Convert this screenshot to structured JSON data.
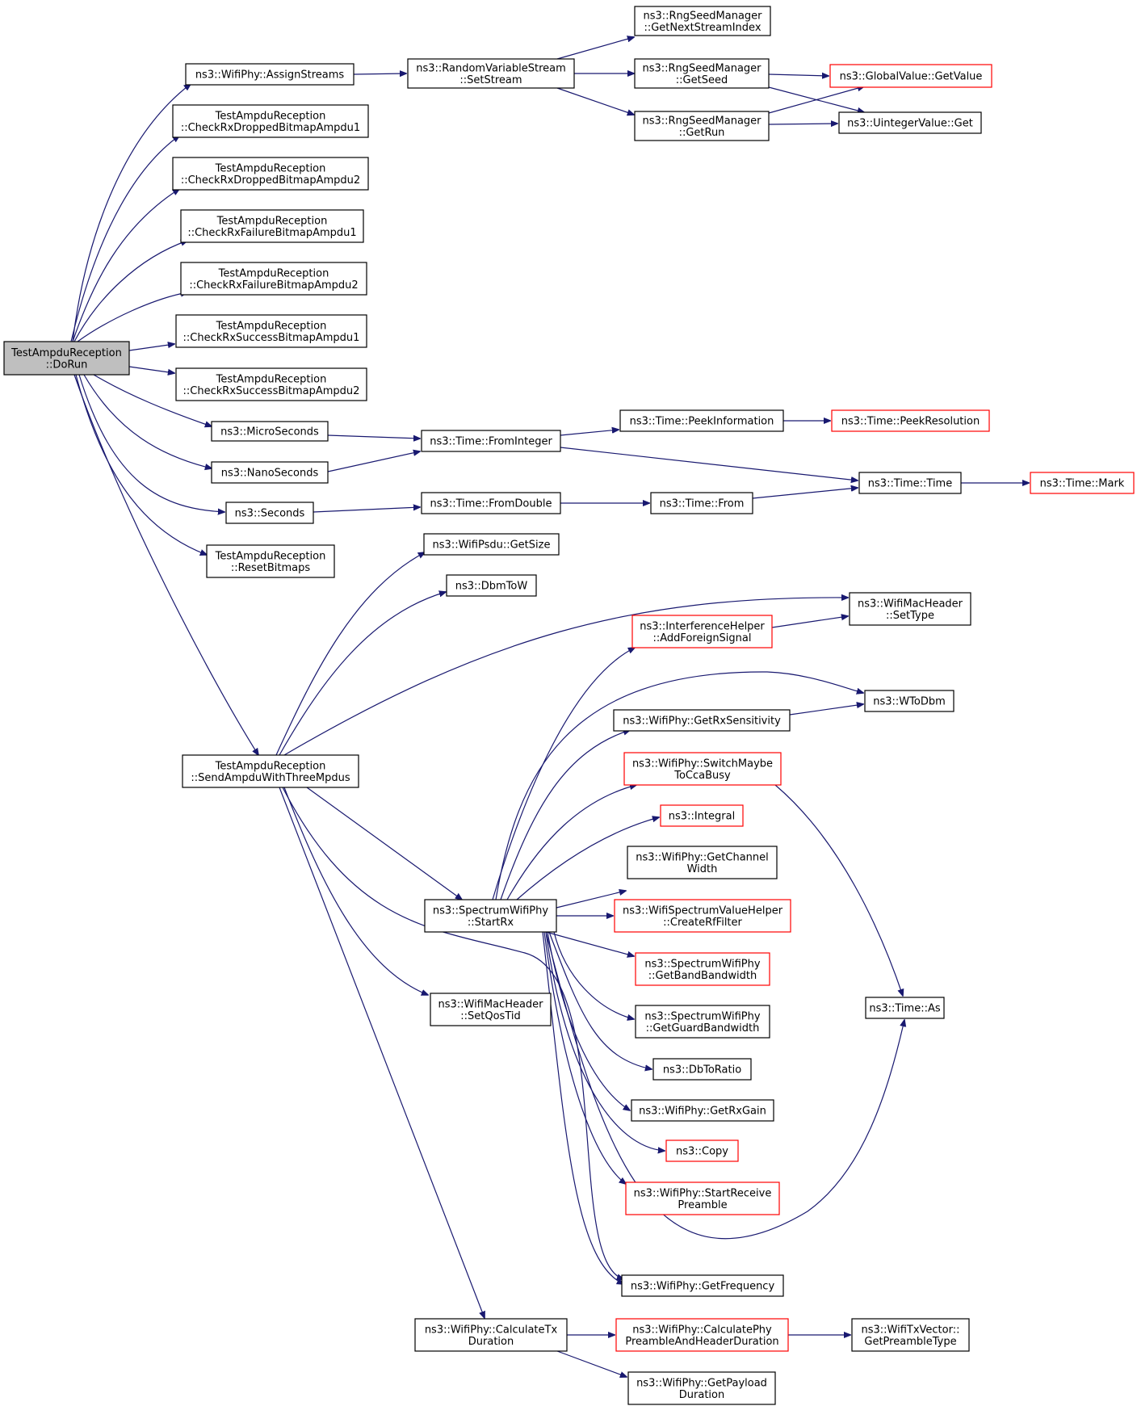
{
  "colors": {
    "edge": "#191970",
    "border_default": "#000000",
    "border_incomplete": "#ff0000",
    "root_fill": "#bfbfbf",
    "background": "#ffffff"
  },
  "nodes": [
    {
      "id": "dorun",
      "lines": [
        "TestAmpduReception",
        "::DoRun"
      ],
      "style": "root"
    },
    {
      "id": "assign",
      "lines": [
        "ns3::WifiPhy::AssignStreams"
      ],
      "style": "black"
    },
    {
      "id": "cdrop1",
      "lines": [
        "TestAmpduReception",
        "::CheckRxDroppedBitmapAmpdu1"
      ],
      "style": "black"
    },
    {
      "id": "cdrop2",
      "lines": [
        "TestAmpduReception",
        "::CheckRxDroppedBitmapAmpdu2"
      ],
      "style": "black"
    },
    {
      "id": "cfail1",
      "lines": [
        "TestAmpduReception",
        "::CheckRxFailureBitmapAmpdu1"
      ],
      "style": "black"
    },
    {
      "id": "cfail2",
      "lines": [
        "TestAmpduReception",
        "::CheckRxFailureBitmapAmpdu2"
      ],
      "style": "black"
    },
    {
      "id": "csucc1",
      "lines": [
        "TestAmpduReception",
        "::CheckRxSuccessBitmapAmpdu1"
      ],
      "style": "black"
    },
    {
      "id": "csucc2",
      "lines": [
        "TestAmpduReception",
        "::CheckRxSuccessBitmapAmpdu2"
      ],
      "style": "black"
    },
    {
      "id": "micro",
      "lines": [
        "ns3::MicroSeconds"
      ],
      "style": "black"
    },
    {
      "id": "nano",
      "lines": [
        "ns3::NanoSeconds"
      ],
      "style": "black"
    },
    {
      "id": "seconds",
      "lines": [
        "ns3::Seconds"
      ],
      "style": "black"
    },
    {
      "id": "reset",
      "lines": [
        "TestAmpduReception",
        "::ResetBitmaps"
      ],
      "style": "black"
    },
    {
      "id": "send",
      "lines": [
        "TestAmpduReception",
        "::SendAmpduWithThreeMpdus"
      ],
      "style": "black"
    },
    {
      "id": "rvs",
      "lines": [
        "ns3::RandomVariableStream",
        "::SetStream"
      ],
      "style": "black"
    },
    {
      "id": "nextstream",
      "lines": [
        "ns3::RngSeedManager",
        "::GetNextStreamIndex"
      ],
      "style": "black"
    },
    {
      "id": "getseed",
      "lines": [
        "ns3::RngSeedManager",
        "::GetSeed"
      ],
      "style": "black"
    },
    {
      "id": "getrun",
      "lines": [
        "ns3::RngSeedManager",
        "::GetRun"
      ],
      "style": "black"
    },
    {
      "id": "gvget",
      "lines": [
        "ns3::GlobalValue::GetValue"
      ],
      "style": "red"
    },
    {
      "id": "uiget",
      "lines": [
        "ns3::UintegerValue::Get"
      ],
      "style": "black"
    },
    {
      "id": "frominteger",
      "lines": [
        "ns3::Time::FromInteger"
      ],
      "style": "black"
    },
    {
      "id": "peekinfo",
      "lines": [
        "ns3::Time::PeekInformation"
      ],
      "style": "black"
    },
    {
      "id": "peekres",
      "lines": [
        "ns3::Time::PeekResolution"
      ],
      "style": "red"
    },
    {
      "id": "timetime",
      "lines": [
        "ns3::Time::Time"
      ],
      "style": "black"
    },
    {
      "id": "mark",
      "lines": [
        "ns3::Time::Mark"
      ],
      "style": "red"
    },
    {
      "id": "fromdouble",
      "lines": [
        "ns3::Time::FromDouble"
      ],
      "style": "black"
    },
    {
      "id": "from",
      "lines": [
        "ns3::Time::From"
      ],
      "style": "black"
    },
    {
      "id": "psdusize",
      "lines": [
        "ns3::WifiPsdu::GetSize"
      ],
      "style": "black"
    },
    {
      "id": "dbmtow",
      "lines": [
        "ns3::DbmToW"
      ],
      "style": "black"
    },
    {
      "id": "settype",
      "lines": [
        "ns3::WifiMacHeader",
        "::SetType"
      ],
      "style": "black"
    },
    {
      "id": "foreign",
      "lines": [
        "ns3::InterferenceHelper",
        "::AddForeignSignal"
      ],
      "style": "red"
    },
    {
      "id": "wtodbm",
      "lines": [
        "ns3::WToDbm"
      ],
      "style": "black"
    },
    {
      "id": "rxsens",
      "lines": [
        "ns3::WifiPhy::GetRxSensitivity"
      ],
      "style": "black"
    },
    {
      "id": "switchcca",
      "lines": [
        "ns3::WifiPhy::SwitchMaybe",
        "ToCcaBusy"
      ],
      "style": "red"
    },
    {
      "id": "integral",
      "lines": [
        "ns3::Integral"
      ],
      "style": "red"
    },
    {
      "id": "chanwidth",
      "lines": [
        "ns3::WifiPhy::GetChannel",
        "Width"
      ],
      "style": "black"
    },
    {
      "id": "startrx",
      "lines": [
        "ns3::SpectrumWifiPhy",
        "::StartRx"
      ],
      "style": "black"
    },
    {
      "id": "rffilter",
      "lines": [
        "ns3::WifiSpectrumValueHelper",
        "::CreateRfFilter"
      ],
      "style": "red"
    },
    {
      "id": "bandbw",
      "lines": [
        "ns3::SpectrumWifiPhy",
        "::GetBandBandwidth"
      ],
      "style": "red"
    },
    {
      "id": "guardbw",
      "lines": [
        "ns3::SpectrumWifiPhy",
        "::GetGuardBandwidth"
      ],
      "style": "black"
    },
    {
      "id": "setqos",
      "lines": [
        "ns3::WifiMacHeader",
        "::SetQosTid"
      ],
      "style": "black"
    },
    {
      "id": "timeas",
      "lines": [
        "ns3::Time::As"
      ],
      "style": "black"
    },
    {
      "id": "dbtoratio",
      "lines": [
        "ns3::DbToRatio"
      ],
      "style": "black"
    },
    {
      "id": "rxgain",
      "lines": [
        "ns3::WifiPhy::GetRxGain"
      ],
      "style": "black"
    },
    {
      "id": "copy",
      "lines": [
        "ns3::Copy"
      ],
      "style": "red"
    },
    {
      "id": "startpre",
      "lines": [
        "ns3::WifiPhy::StartReceive",
        "Preamble"
      ],
      "style": "red"
    },
    {
      "id": "getfreq",
      "lines": [
        "ns3::WifiPhy::GetFrequency"
      ],
      "style": "black"
    },
    {
      "id": "calctx",
      "lines": [
        "ns3::WifiPhy::CalculateTx",
        "Duration"
      ],
      "style": "black"
    },
    {
      "id": "calcphy",
      "lines": [
        "ns3::WifiPhy::CalculatePhy",
        "PreambleAndHeaderDuration"
      ],
      "style": "red"
    },
    {
      "id": "pretype",
      "lines": [
        "ns3::WifiTxVector::",
        "GetPreambleType"
      ],
      "style": "black"
    },
    {
      "id": "payload",
      "lines": [
        "ns3::WifiPhy::GetPayload",
        "Duration"
      ],
      "style": "black"
    }
  ],
  "edges": [
    [
      "dorun",
      "assign"
    ],
    [
      "dorun",
      "cdrop1"
    ],
    [
      "dorun",
      "cdrop2"
    ],
    [
      "dorun",
      "cfail1"
    ],
    [
      "dorun",
      "cfail2"
    ],
    [
      "dorun",
      "csucc1"
    ],
    [
      "dorun",
      "csucc2"
    ],
    [
      "dorun",
      "micro"
    ],
    [
      "dorun",
      "nano"
    ],
    [
      "dorun",
      "seconds"
    ],
    [
      "dorun",
      "reset"
    ],
    [
      "dorun",
      "send"
    ],
    [
      "assign",
      "rvs"
    ],
    [
      "rvs",
      "nextstream"
    ],
    [
      "rvs",
      "getseed"
    ],
    [
      "rvs",
      "getrun"
    ],
    [
      "getseed",
      "gvget"
    ],
    [
      "getseed",
      "uiget"
    ],
    [
      "getrun",
      "gvget"
    ],
    [
      "getrun",
      "uiget"
    ],
    [
      "micro",
      "frominteger"
    ],
    [
      "nano",
      "frominteger"
    ],
    [
      "frominteger",
      "peekinfo"
    ],
    [
      "peekinfo",
      "peekres"
    ],
    [
      "frominteger",
      "timetime"
    ],
    [
      "timetime",
      "mark"
    ],
    [
      "seconds",
      "fromdouble"
    ],
    [
      "fromdouble",
      "from"
    ],
    [
      "from",
      "timetime"
    ],
    [
      "send",
      "psdusize"
    ],
    [
      "send",
      "dbmtow"
    ],
    [
      "send",
      "settype"
    ],
    [
      "send",
      "startrx"
    ],
    [
      "send",
      "setqos"
    ],
    [
      "send",
      "getfreq"
    ],
    [
      "send",
      "calctx"
    ],
    [
      "foreign",
      "settype"
    ],
    [
      "rxsens",
      "wtodbm"
    ],
    [
      "switchcca",
      "timeas"
    ],
    [
      "startrx",
      "foreign"
    ],
    [
      "startrx",
      "wtodbm"
    ],
    [
      "startrx",
      "rxsens"
    ],
    [
      "startrx",
      "switchcca"
    ],
    [
      "startrx",
      "integral"
    ],
    [
      "startrx",
      "chanwidth"
    ],
    [
      "startrx",
      "rffilter"
    ],
    [
      "startrx",
      "bandbw"
    ],
    [
      "startrx",
      "guardbw"
    ],
    [
      "startrx",
      "dbtoratio"
    ],
    [
      "startrx",
      "rxgain"
    ],
    [
      "startrx",
      "copy"
    ],
    [
      "startrx",
      "startpre"
    ],
    [
      "startrx",
      "getfreq"
    ],
    [
      "startrx",
      "timeas"
    ],
    [
      "calctx",
      "calcphy"
    ],
    [
      "calctx",
      "payload"
    ],
    [
      "calcphy",
      "pretype"
    ]
  ]
}
